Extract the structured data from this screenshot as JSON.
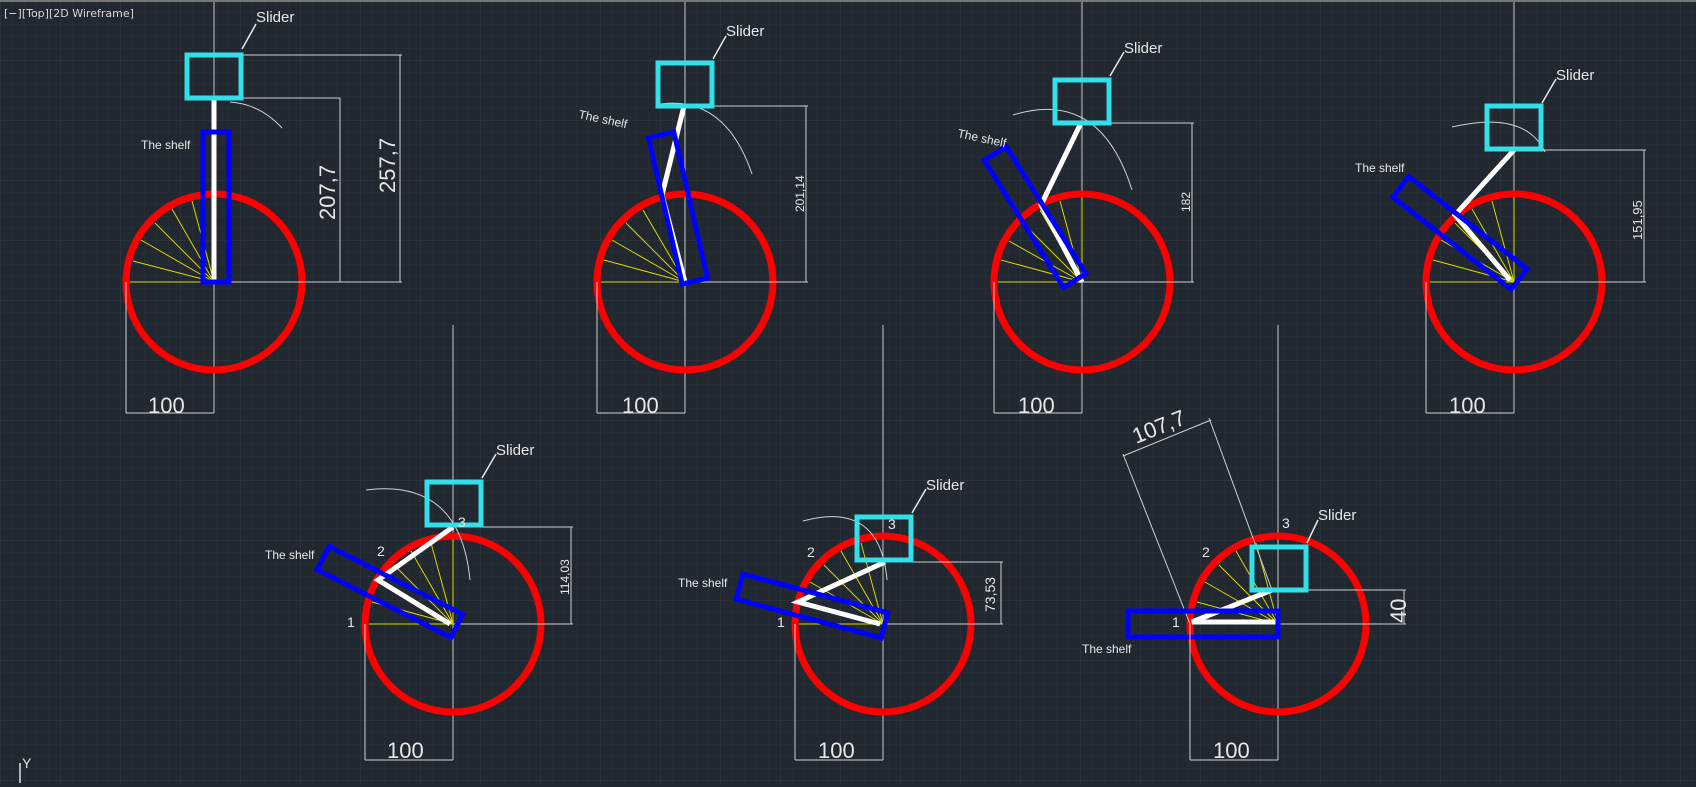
{
  "viewport": {
    "controls_label": "[−]",
    "view_label": "[Top]",
    "style_label": "[2D Wireframe]"
  },
  "ucs": {
    "axis_label": "Y"
  },
  "colors": {
    "background": "#212830",
    "grid_minor": "#2a323c",
    "grid_major": "#343c48",
    "wheel": "#ff0000",
    "shelf": "#0000ff",
    "slider": "#33e0e8",
    "linkage": "#ffffff",
    "rays": "#d8d800",
    "dimension": "#e8e8e8"
  },
  "labels": {
    "slider": "Slider",
    "shelf": "The shelf"
  },
  "drawings": [
    {
      "id": "d1",
      "radius_dim": "100",
      "dims": [
        "207,7",
        "257,7"
      ],
      "points": []
    },
    {
      "id": "d2",
      "radius_dim": "100",
      "dims": [
        "201,14"
      ],
      "points": []
    },
    {
      "id": "d3",
      "radius_dim": "100",
      "dims": [
        "182"
      ],
      "points": []
    },
    {
      "id": "d4",
      "radius_dim": "100",
      "dims": [
        "151,95"
      ],
      "points": []
    },
    {
      "id": "d5",
      "radius_dim": "100",
      "dims": [
        "114,03"
      ],
      "points": [
        "1",
        "2",
        "3"
      ]
    },
    {
      "id": "d6",
      "radius_dim": "100",
      "dims": [
        "73,53"
      ],
      "points": [
        "1",
        "2",
        "3"
      ]
    },
    {
      "id": "d7",
      "radius_dim": "100",
      "dims": [
        "40",
        "107,7"
      ],
      "points": [
        "1",
        "2",
        "3"
      ]
    }
  ]
}
